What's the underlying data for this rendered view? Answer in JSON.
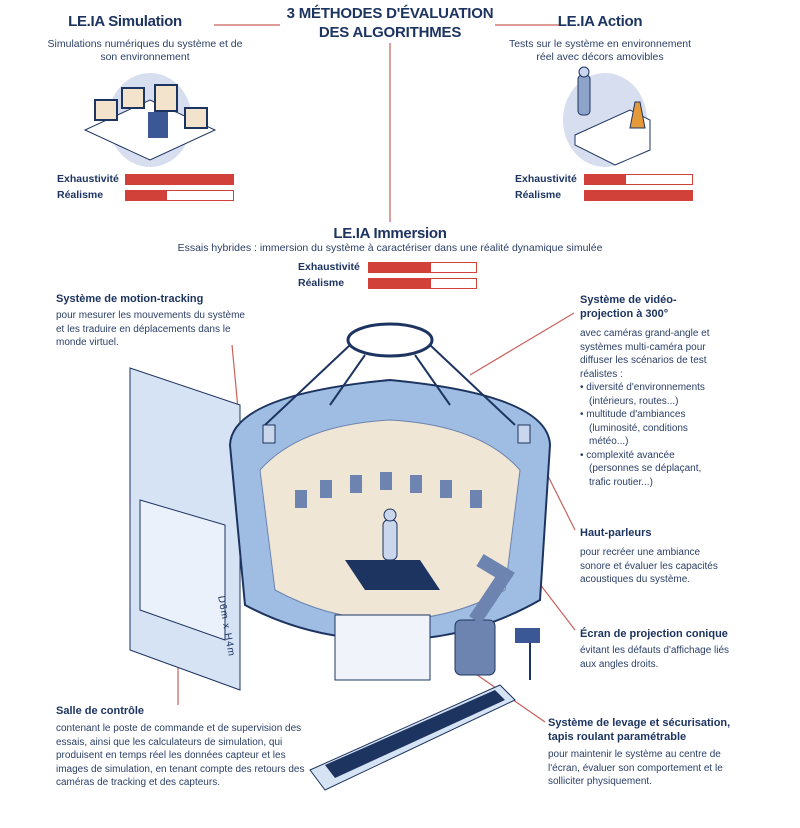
{
  "title": "3 MÉTHODES D'ÉVALUATION DES ALGORITHMES",
  "methods": [
    {
      "name": "LE.IA Simulation",
      "description": "Simulations numériques du système et de son environnement",
      "metrics": [
        {
          "label": "Exhaustivité",
          "percent": 100
        },
        {
          "label": "Réalisme",
          "percent": 38
        }
      ]
    },
    {
      "name": "LE.IA Action",
      "description": "Tests sur le système en environnement réel avec décors amovibles",
      "metrics": [
        {
          "label": "Exhaustivité",
          "percent": 38
        },
        {
          "label": "Réalisme",
          "percent": 100
        }
      ]
    },
    {
      "name": "LE.IA Immersion",
      "description": "Essais hybrides : immersion du système à caractériser dans une réalité dynamique simulée",
      "metrics": [
        {
          "label": "Exhaustivité",
          "percent": 58
        },
        {
          "label": "Réalisme",
          "percent": 58
        }
      ]
    }
  ],
  "callouts": {
    "motion": {
      "title": "Système de motion-tracking",
      "body": "pour mesurer les mouvements du système et les traduire en déplacements dans le monde virtuel."
    },
    "video": {
      "title": "Système de vidéo-projection à 300°",
      "body": "avec caméras grand-angle et systèmes multi-caméra pour diffuser les scénarios de test réalistes :",
      "bullets": [
        "diversité d'environnements (intérieurs, routes...)",
        "multitude d'ambiances (luminosité, conditions météo...)",
        "complexité avancée (personnes se déplaçant, trafic routier...)"
      ]
    },
    "speakers": {
      "title": "Haut-parleurs",
      "body": "pour recréer une ambiance sonore et évaluer les capacités acoustiques du système."
    },
    "screen": {
      "title": "Écran de projection conique",
      "body": "évitant les défauts d'affichage liés aux angles droits."
    },
    "control": {
      "title": "Salle de contrôle",
      "body": "contenant le poste de commande et de supervision des essais, ainsi que les calculateurs de simulation, qui produisent en temps réel les données capteur et les images de simulation, en tenant compte des retours des caméras de tracking et des capteurs."
    },
    "lift": {
      "title": "Système de levage et sécurisation, tapis roulant paramétrable",
      "body": "pour maintenir le système au centre de l'écran, évaluer son comportement et le solliciter physiquement."
    }
  },
  "dimension": "D6m x H4m",
  "colors": {
    "navy": "#1d3461",
    "red": "#d2403a",
    "light_blue": "#c9d6ec"
  }
}
